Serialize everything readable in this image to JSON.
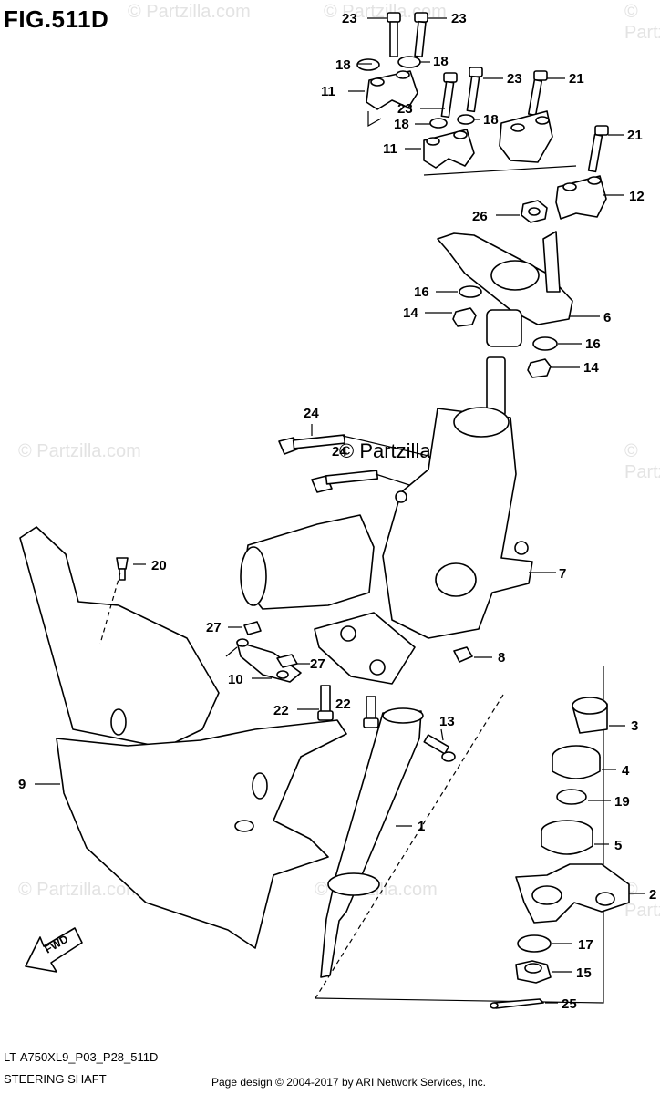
{
  "title": "FIG.511D",
  "footer": {
    "model_code": "LT-A750XL9_P03_P28_511D",
    "section": "STEERING SHAFT",
    "copyright": "Page design © 2004-2017 by ARI Network Services, Inc."
  },
  "watermark": {
    "brand": "© Partzilla.com",
    "center": "© Partzilla.com"
  },
  "arrow_label": "FWD",
  "callouts": {
    "p1": "1",
    "p2": "2",
    "p3": "3",
    "p4": "4",
    "p5": "5",
    "p6": "6",
    "p7": "7",
    "p8": "8",
    "p9": "9",
    "p10": "10",
    "p11a": "11",
    "p11b": "11",
    "p12": "12",
    "p13": "13",
    "p14a": "14",
    "p14b": "14",
    "p15": "15",
    "p16a": "16",
    "p16b": "16",
    "p17": "17",
    "p18a": "18",
    "p18b": "18",
    "p18c": "18",
    "p18d": "18",
    "p19": "19",
    "p20": "20",
    "p21a": "21",
    "p21b": "21",
    "p22a": "22",
    "p22b": "22",
    "p23a": "23",
    "p23b": "23",
    "p23c": "23",
    "p23d": "23",
    "p24a": "24",
    "p24b": "24",
    "p25": "25",
    "p26": "26",
    "p27a": "27",
    "p27b": "27"
  }
}
